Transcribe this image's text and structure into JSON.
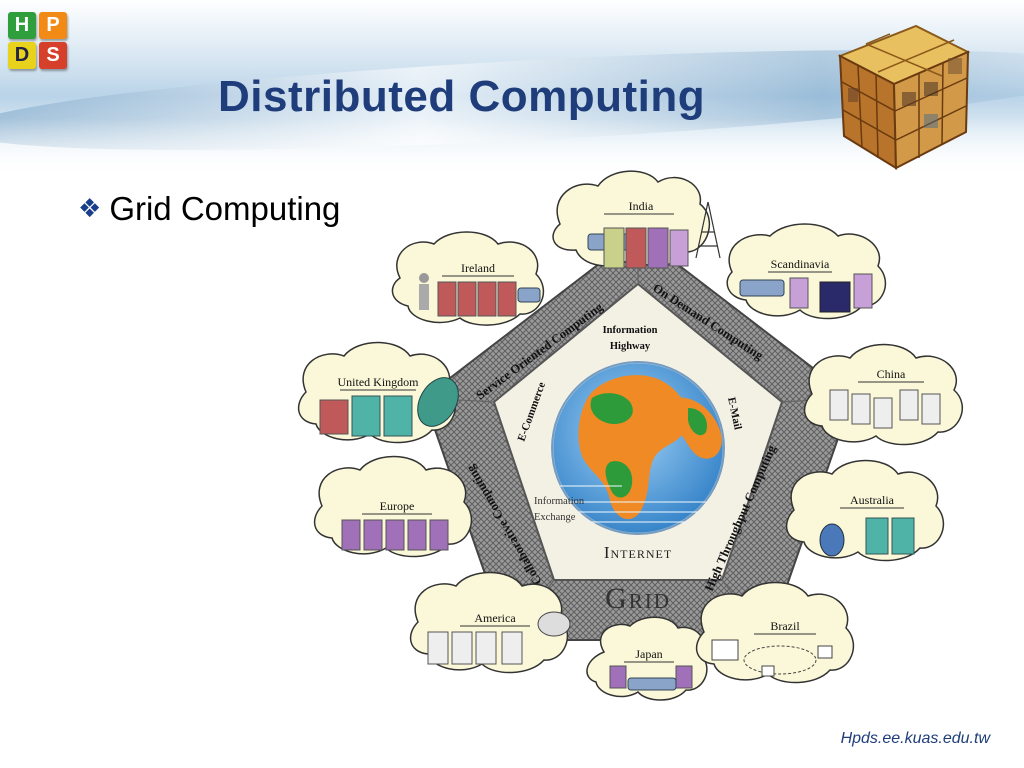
{
  "logo": {
    "letters": [
      "H",
      "P",
      "D",
      "S"
    ]
  },
  "slide": {
    "title": "Distributed Computing",
    "bullet": "Grid Computing",
    "footer": "Hpds.ee.kuas.edu.tw"
  },
  "diagram": {
    "center_labels": {
      "information_highway": [
        "Information",
        "Highway"
      ],
      "information_exchange": [
        "Information",
        "Exchange"
      ],
      "e_commerce": "E-Commerce",
      "e_mail": "E-Mail",
      "internet": "Internet",
      "grid": "Grid"
    },
    "ring_labels": {
      "service_oriented": "Service Oriented Computing",
      "on_demand": "On Demand Computing",
      "high_throughput": "High Throughput Computing",
      "collaborative": "Collaborative Computing"
    },
    "regions": {
      "india": "India",
      "ireland": "Ireland",
      "scandinavia": "Scandinavia",
      "united_kingdom": "United Kingdom",
      "china": "China",
      "europe": "Europe",
      "australia": "Australia",
      "america": "America",
      "japan": "Japan",
      "brazil": "Brazil"
    }
  },
  "colors": {
    "title": "#1f3d7a",
    "bullet_icon": "#1a3f8a",
    "ocean": "#3e8fd4",
    "land": "#f08a24",
    "vegetation": "#2e9b3a"
  }
}
